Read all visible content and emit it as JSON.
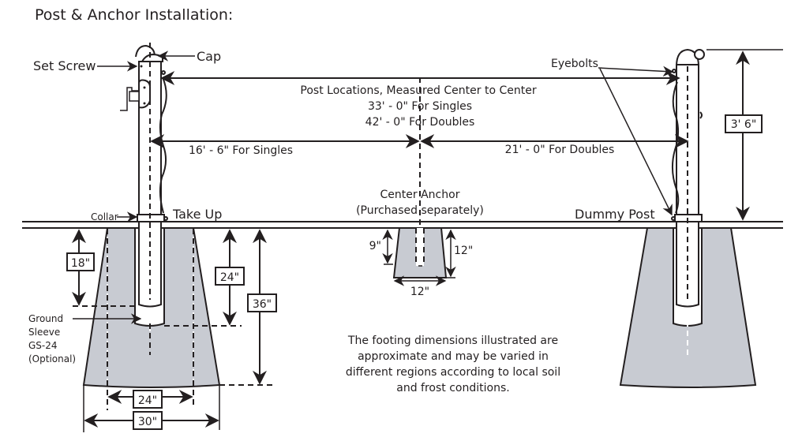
{
  "title": "Post & Anchor Installation:",
  "colors": {
    "ink": "#231f20",
    "concrete": "#c8cbd2",
    "background": "#ffffff"
  },
  "labels": {
    "set_screw": "Set Screw",
    "cap": "Cap",
    "eyebolts": "Eyebolts",
    "collar": "Collar",
    "take_up": "Take Up",
    "dummy_post": "Dummy Post",
    "center_anchor_line1": "Center Anchor",
    "center_anchor_line2": "(Purchased separately)",
    "ground_sleeve": [
      "Ground",
      "Sleeve",
      "GS-24",
      "(Optional)"
    ]
  },
  "post_locations": {
    "heading": "Post Locations, Measured Center to Center",
    "singles": "33' - 0\" For Singles",
    "doubles": "42' - 0\" For Doubles",
    "half_singles": "16' - 6\" For Singles",
    "half_doubles": "21' - 0\" For Doubles"
  },
  "dimensions": {
    "post_height": "3' 6\"",
    "sleeve_depth": "18\"",
    "post_depth": "24\"",
    "footing_depth": "36\"",
    "footing_bottom_inner": "24\"",
    "footing_bottom_width": "30\"",
    "anchor_depth": "9\"",
    "anchor_footing_depth": "12\"",
    "anchor_footing_width": "12\""
  },
  "note": [
    "The footing dimensions illustrated are",
    "approximate and may be varied in",
    "different regions according to local soil",
    "and frost conditions."
  ]
}
